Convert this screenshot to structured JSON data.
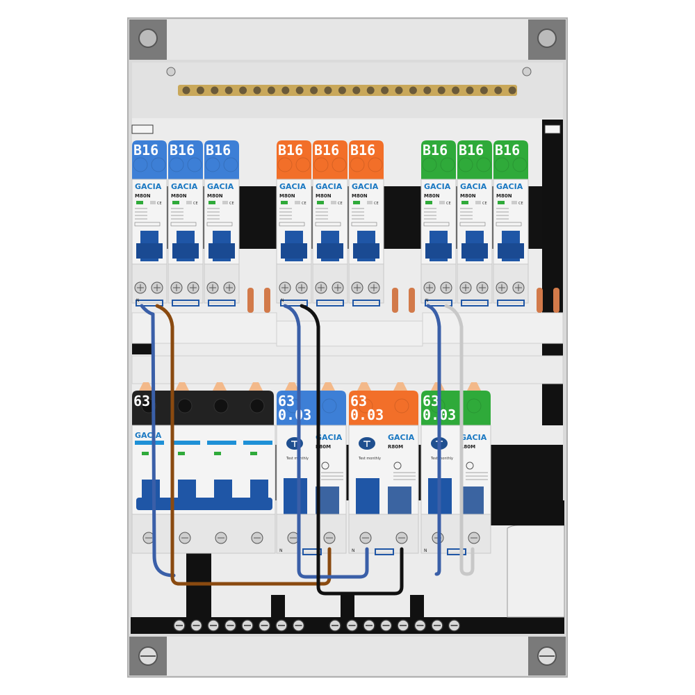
{
  "top_row": {
    "groups": [
      {
        "color": "#3d7fd6",
        "breakers": [
          {
            "rating": "B16"
          },
          {
            "rating": "B16"
          },
          {
            "rating": "B16"
          }
        ]
      },
      {
        "color": "#f26f29",
        "breakers": [
          {
            "rating": "B16"
          },
          {
            "rating": "B16"
          },
          {
            "rating": "B16"
          }
        ]
      },
      {
        "color": "#2faa3a",
        "breakers": [
          {
            "rating": "B16"
          },
          {
            "rating": "B16"
          },
          {
            "rating": "B16"
          }
        ]
      }
    ],
    "brand": "GACIA",
    "model": "M80N",
    "n_label": "N"
  },
  "bottom_row": {
    "main_switch": {
      "rating": "63",
      "brand": "GACIA",
      "color": "#222222"
    },
    "rcds": [
      {
        "rating": "63",
        "sensitivity": "0.03",
        "color": "#3d7fd6",
        "brand": "GACIA",
        "model": "R80M",
        "test_text": "Test monthly"
      },
      {
        "rating": "63",
        "sensitivity": "0.03",
        "color": "#f26f29",
        "brand": "GACIA",
        "model": "R80M",
        "test_text": "Test monthly"
      },
      {
        "rating": "63",
        "sensitivity": "0.03",
        "color": "#2faa3a",
        "brand": "GACIA",
        "model": "R80M",
        "test_text": "Test monthly"
      }
    ],
    "n_label": "N"
  },
  "colors": {
    "enclosure": "#dcdcdc",
    "din_rail": "#111111",
    "copper": "#d27a4a",
    "brass": "#c9a85a",
    "wire_blue": "#3a5fa8",
    "wire_brown": "#8a4a10",
    "wire_black": "#111111",
    "wire_grey": "#c8c8c8"
  }
}
